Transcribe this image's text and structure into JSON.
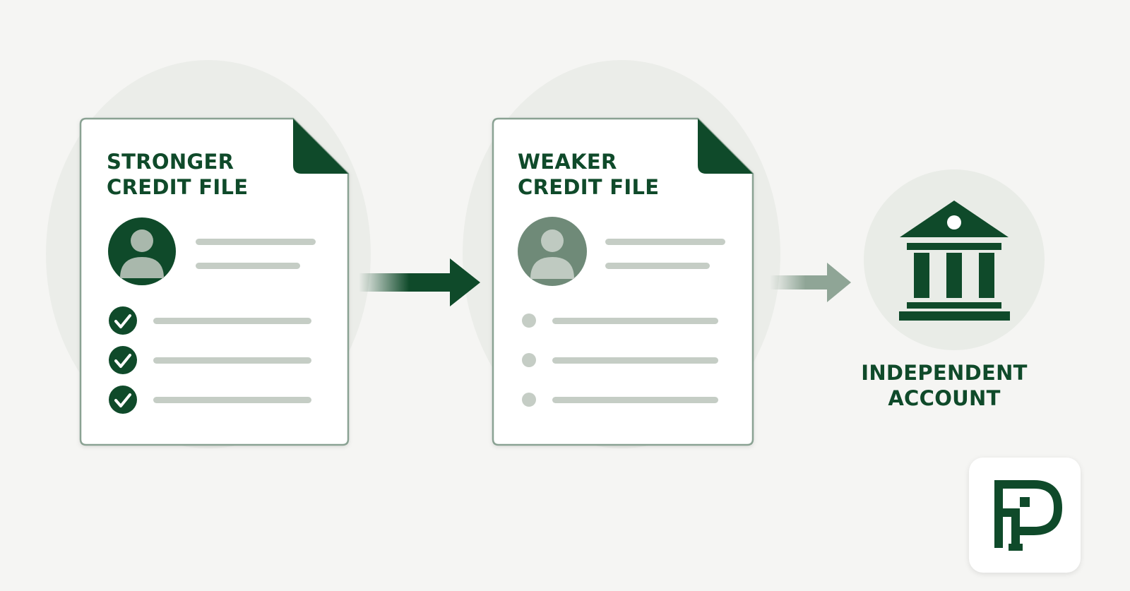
{
  "documents": [
    {
      "title_line1": "STRONGER",
      "title_line2": "CREDIT FILE",
      "items": [
        {
          "marker": "check-icon"
        },
        {
          "marker": "check-icon"
        },
        {
          "marker": "check-icon"
        }
      ]
    },
    {
      "title_line1": "WEAKER",
      "title_line2": "CREDIT FILE",
      "items": [
        {
          "marker": "dot-icon"
        },
        {
          "marker": "dot-icon"
        },
        {
          "marker": "dot-icon"
        }
      ]
    }
  ],
  "destination": {
    "label_line1": "INDEPENDENT",
    "label_line2": "ACCOUNT",
    "icon": "bank-building-icon"
  },
  "logo": {
    "icon": "brand-logo-icon"
  },
  "colors": {
    "brand_dark": "#0f4a2a",
    "brand_muted": "#6f8a78",
    "placeholder_line": "#c5cdc5",
    "background": "#f5f5f3",
    "halo": "#ebede9"
  }
}
